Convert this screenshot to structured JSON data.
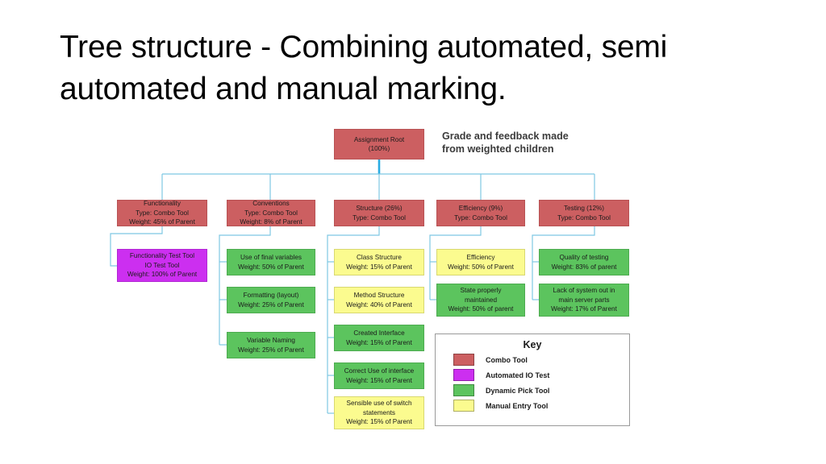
{
  "slide": {
    "title": "Tree structure - Combining automated, semi automated and manual marking."
  },
  "annotation": {
    "line1": "Grade and feedback made",
    "line2": "from weighted children"
  },
  "colors": {
    "combo_tool": "#cc5f61",
    "automated_io_test": "#cc2ff0",
    "dynamic_pick_tool": "#5cc45e",
    "manual_entry_tool": "#fbfb8f",
    "connector": "#7ec8e3"
  },
  "tree": {
    "root": {
      "line1": "Assignment Root",
      "line2": "(100%)",
      "tool": "combo"
    },
    "level2": [
      {
        "line1": "Functionality",
        "line2": "Type: Combo Tool",
        "line3": "Weight: 45% of Parent",
        "tool": "combo"
      },
      {
        "line1": "Conventions",
        "line2": "Type: Combo Tool",
        "line3": "Weight: 8% of Parent",
        "tool": "combo"
      },
      {
        "line1": "Structure (26%)",
        "line2": "Type: Combo Tool",
        "line3": "",
        "tool": "combo"
      },
      {
        "line1": "Efficiency (9%)",
        "line2": "Type: Combo Tool",
        "line3": "",
        "tool": "combo"
      },
      {
        "line1": "Testing (12%)",
        "line2": "Type: Combo Tool",
        "line3": "",
        "tool": "combo"
      }
    ],
    "functionality_children": [
      {
        "line1": "Functionality Test Tool",
        "line2": "IO Test Tool",
        "line3": "Weight: 100% of Parent",
        "tool": "auto-io"
      }
    ],
    "conventions_children": [
      {
        "line1": "Use of final variables",
        "line2": "Weight: 50% of Parent",
        "line3": "",
        "tool": "dynamic"
      },
      {
        "line1": "Formatting (layout)",
        "line2": "Weight: 25% of Parent",
        "line3": "",
        "tool": "dynamic"
      },
      {
        "line1": "Variable Naming",
        "line2": "Weight: 25% of Parent",
        "line3": "",
        "tool": "dynamic"
      }
    ],
    "structure_children": [
      {
        "line1": "Class Structure",
        "line2": "Weight: 15% of Parent",
        "line3": "",
        "tool": "manual"
      },
      {
        "line1": "Method Structure",
        "line2": "Weight: 40% of Parent",
        "line3": "",
        "tool": "manual"
      },
      {
        "line1": "Created Interface",
        "line2": "Weight: 15% of Parent",
        "line3": "",
        "tool": "dynamic"
      },
      {
        "line1": "Correct Use of interface",
        "line2": "Weight: 15% of Parent",
        "line3": "",
        "tool": "dynamic"
      },
      {
        "line1": "Sensible use of switch",
        "line2": "statements",
        "line3": "Weight: 15% of Parent",
        "tool": "manual"
      }
    ],
    "efficiency_children": [
      {
        "line1": "Efficiency",
        "line2": "Weight: 50% of Parent",
        "line3": "",
        "tool": "manual"
      },
      {
        "line1": "State properly",
        "line2": "maintained",
        "line3": "Weight: 50% of parent",
        "tool": "dynamic"
      }
    ],
    "testing_children": [
      {
        "line1": "Quality of testing",
        "line2": "Weight: 83% of parent",
        "line3": "",
        "tool": "dynamic"
      },
      {
        "line1": "Lack of system out in",
        "line2": "main server parts",
        "line3": "Weight: 17% of Parent",
        "tool": "dynamic"
      }
    ]
  },
  "key": {
    "title": "Key",
    "items": [
      {
        "label": "Combo Tool",
        "color": "#cc5f61"
      },
      {
        "label": "Automated IO Test",
        "color": "#cc2ff0"
      },
      {
        "label": "Dynamic Pick Tool",
        "color": "#5cc45e"
      },
      {
        "label": "Manual Entry Tool",
        "color": "#fbfb8f"
      }
    ]
  }
}
